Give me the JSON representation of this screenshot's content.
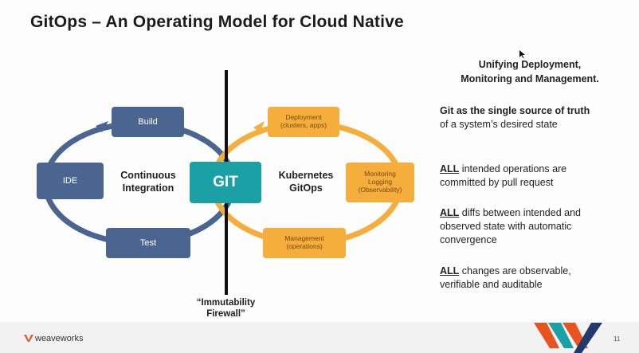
{
  "slide": {
    "title": "GitOps – An Operating Model for Cloud Native",
    "page_number": "11"
  },
  "diagram": {
    "left_loop": {
      "label_line1": "Continuous",
      "label_line2": "Integration",
      "nodes": {
        "build": "Build",
        "ide": "IDE",
        "test": "Test"
      }
    },
    "git": "GIT",
    "right_loop": {
      "label_line1": "Kubernetes",
      "label_line2": "GitOps",
      "nodes": {
        "deployment_line1": "Deployment",
        "deployment_line2": "(clusters, apps)",
        "monitoring_line1": "Monitoring",
        "monitoring_line2": "Logging",
        "monitoring_line3": "(Observability)",
        "management_line1": "Management",
        "management_line2": "(operations)"
      }
    },
    "firewall_line1": "“Immutability",
    "firewall_line2": "Firewall”"
  },
  "right_panel": {
    "headline_line1": "Unifying Deployment,",
    "headline_line2": "Monitoring and Management.",
    "truth_bold": "Git as the single source of truth",
    "truth_rest": "of a system’s desired state",
    "points": [
      {
        "lead": "ALL",
        "text": " intended operations are",
        "text2": "committed by pull request"
      },
      {
        "lead": "ALL",
        "text": " diffs between intended and",
        "text2": "observed state with automatic",
        "text3": "convergence"
      },
      {
        "lead": "ALL",
        "text": " changes are observable,",
        "text2": "verifiable and auditable"
      }
    ]
  },
  "footer": {
    "brand": "weaveworks"
  },
  "colors": {
    "blue": "#4a6690",
    "orange": "#f5ad3c",
    "teal": "#1aa0a5"
  }
}
